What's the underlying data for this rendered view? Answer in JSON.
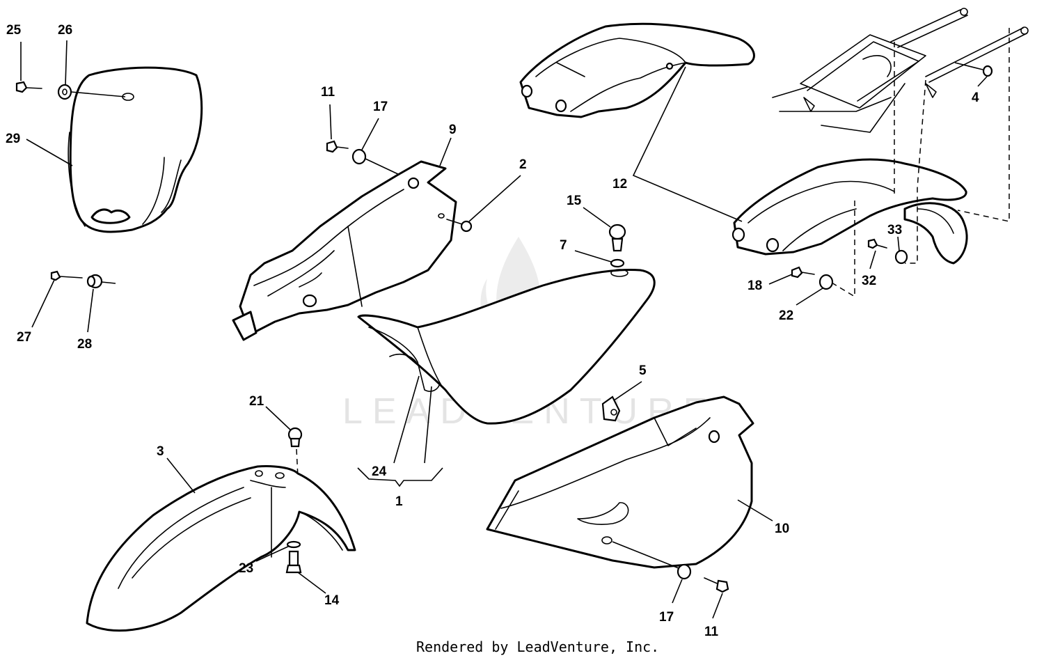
{
  "diagram": {
    "watermark_text": "LEADVENTURE",
    "footer": "Rendered by LeadVenture, Inc.",
    "callouts": {
      "c25": "25",
      "c26": "26",
      "c29": "29",
      "c27": "27",
      "c28": "28",
      "c11a": "11",
      "c17a": "17",
      "c9": "9",
      "c2": "2",
      "c15": "15",
      "c7": "7",
      "c12": "12",
      "c4": "4",
      "c33": "33",
      "c32": "32",
      "c18": "18",
      "c22": "22",
      "c5": "5",
      "c21": "21",
      "c3": "3",
      "c24": "24",
      "c1": "1",
      "c10": "10",
      "c23": "23",
      "c14": "14",
      "c17b": "17",
      "c11b": "11"
    }
  }
}
